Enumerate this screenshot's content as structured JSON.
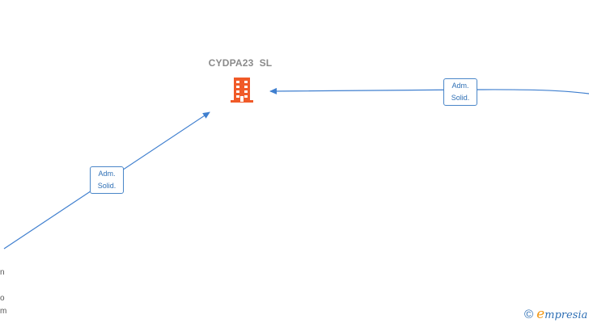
{
  "company": {
    "name": "CYDPA23  SL",
    "icon": "building-icon",
    "icon_color": "#f05a28"
  },
  "relations": [
    {
      "role_line1": "Adm.",
      "role_line2": "Solid."
    },
    {
      "role_line1": "Adm.",
      "role_line2": "Solid."
    }
  ],
  "edge_fragments": [
    "n",
    "",
    "o",
    "m"
  ],
  "watermark": {
    "copyright": "©",
    "brand_initial": "e",
    "brand_rest": "mpresia"
  },
  "colors": {
    "edge": "#3f7fcf",
    "label_text": "#2e6fb5",
    "title_text": "#8a8a8a"
  }
}
